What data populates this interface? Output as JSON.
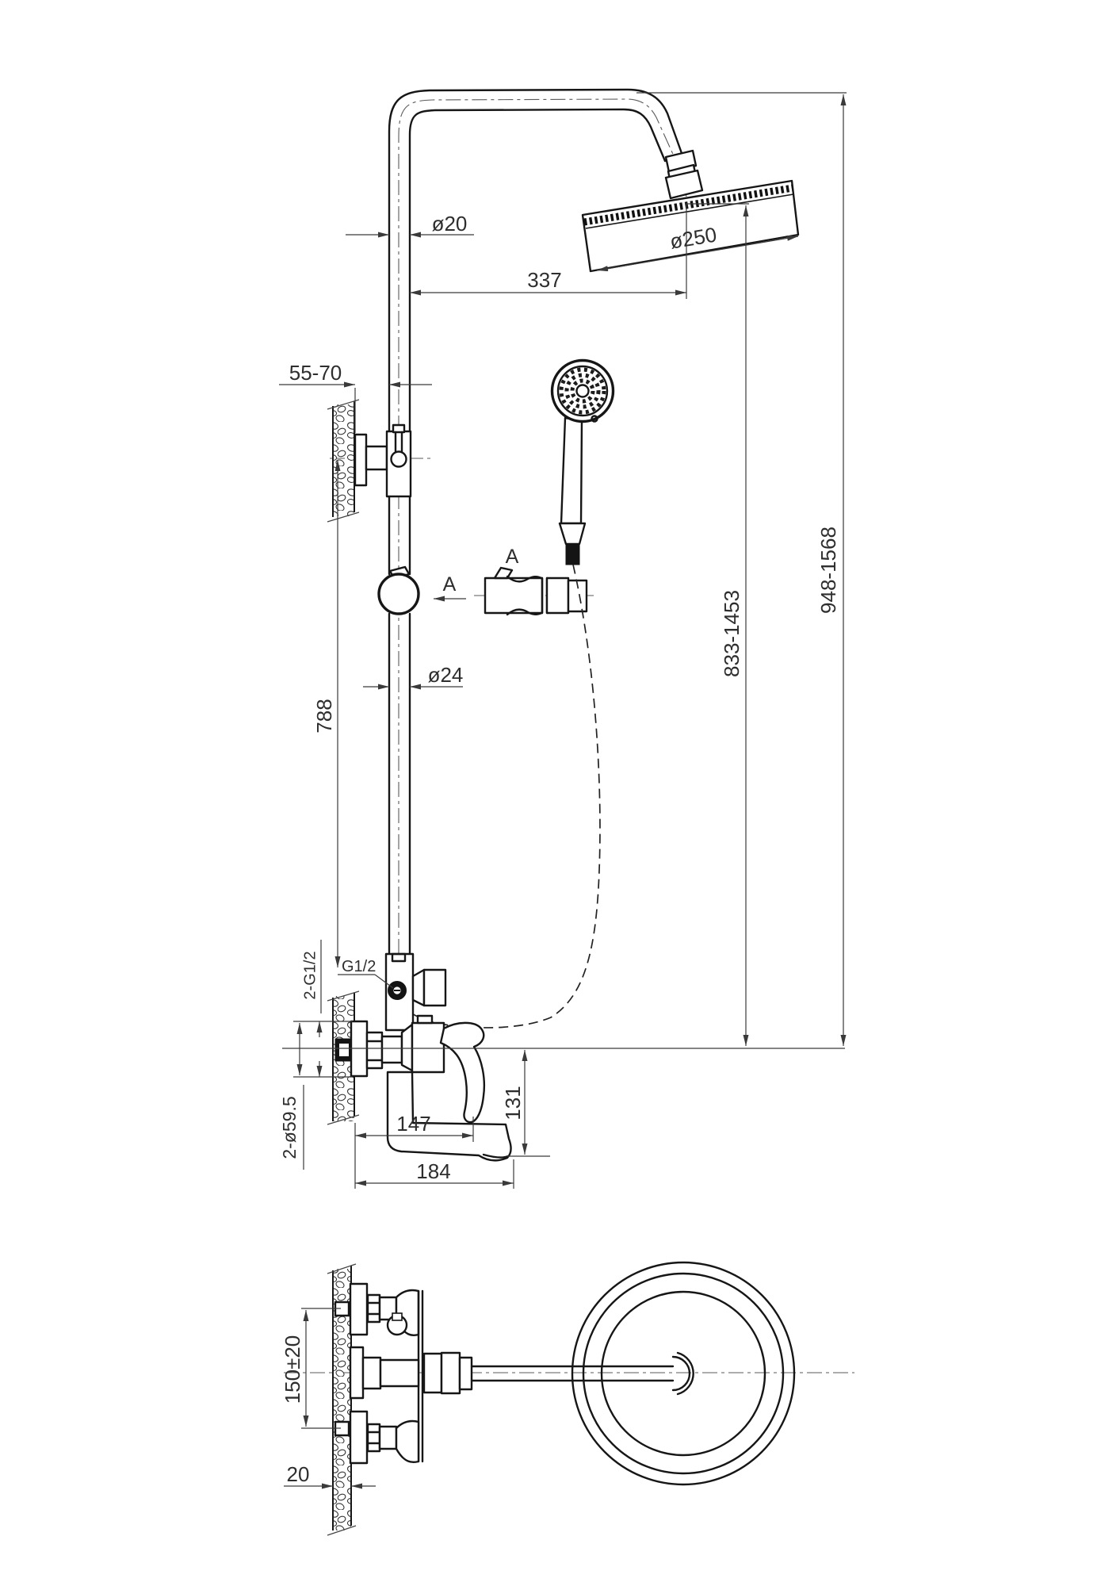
{
  "colors": {
    "line": "#161616",
    "dim": "#3a3a3a",
    "background": "#ffffff"
  },
  "labels": {
    "dia20": "ø20",
    "dia250": "ø250",
    "d337": "337",
    "d5570": "55-70",
    "d788": "788",
    "dia24": "ø24",
    "d948": "948-1568",
    "d833": "833-1453",
    "g12": "G1/2",
    "g12x2": "2-G1/2",
    "dia595": "2-ø59.5",
    "d147": "147",
    "d131": "131",
    "d184": "184",
    "d150": "150±20",
    "d20": "20",
    "view_a": "A",
    "section_a": "A"
  }
}
